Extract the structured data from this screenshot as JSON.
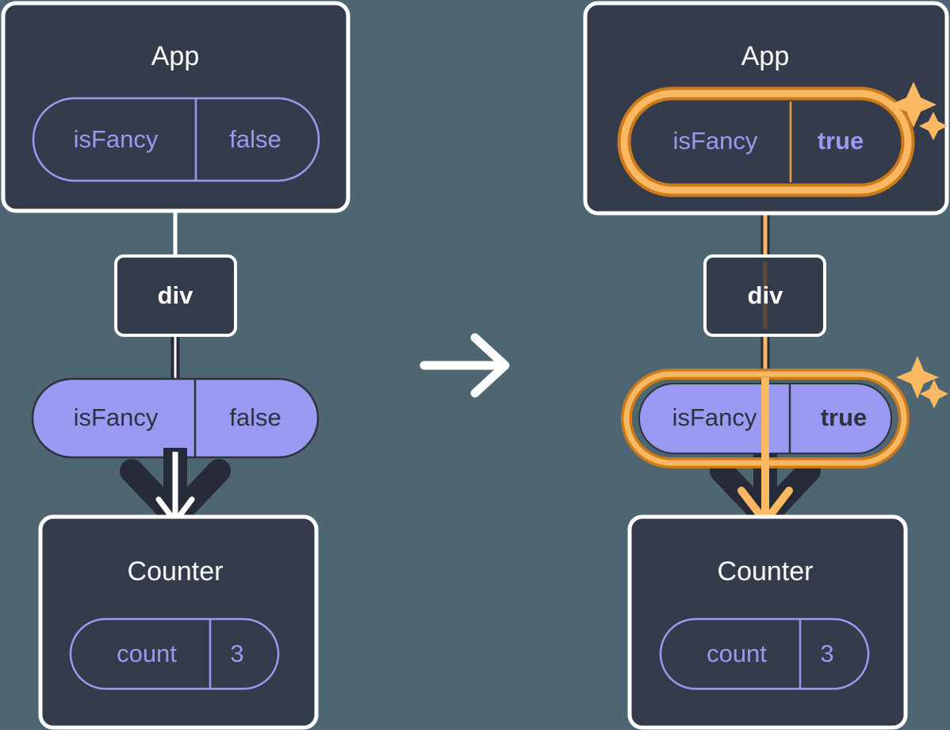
{
  "theme": {
    "background": "#4d6671",
    "panel_fill": "#343b4a",
    "panel_border": "#ffffff",
    "pill_stroke_outline": "#9a9af2",
    "pill_text_outline": "#9a9af2",
    "pill_fill_solid": "#9a9af2",
    "pill_text_solid": "#2d323f",
    "highlight_outer": "#cc7a1a",
    "highlight_inner": "#fbb863",
    "edge_dark": "#272b38",
    "edge_light": "#ffffff",
    "sparkle": "#fbb863"
  },
  "transition": {
    "arrow_icon": "arrow-right-icon",
    "arrow_color": "#ffffff"
  },
  "panels": [
    {
      "id": "before",
      "app": {
        "title": "App",
        "state_pill": {
          "name": "isFancy",
          "value": "false",
          "style": "outline",
          "highlighted": false
        }
      },
      "div": {
        "label": "div"
      },
      "prop_pill": {
        "name": "isFancy",
        "value": "false",
        "style": "solid",
        "highlighted": false
      },
      "counter": {
        "title": "Counter",
        "state_pill": {
          "name": "count",
          "value": "3",
          "style": "outline",
          "highlighted": false
        }
      },
      "sparkles": false
    },
    {
      "id": "after",
      "app": {
        "title": "App",
        "state_pill": {
          "name": "isFancy",
          "value": "true",
          "style": "outline",
          "highlighted": true
        }
      },
      "div": {
        "label": "div"
      },
      "prop_pill": {
        "name": "isFancy",
        "value": "true",
        "style": "solid",
        "highlighted": true
      },
      "counter": {
        "title": "Counter",
        "state_pill": {
          "name": "count",
          "value": "3",
          "style": "outline",
          "highlighted": false
        }
      },
      "sparkles": true
    }
  ]
}
